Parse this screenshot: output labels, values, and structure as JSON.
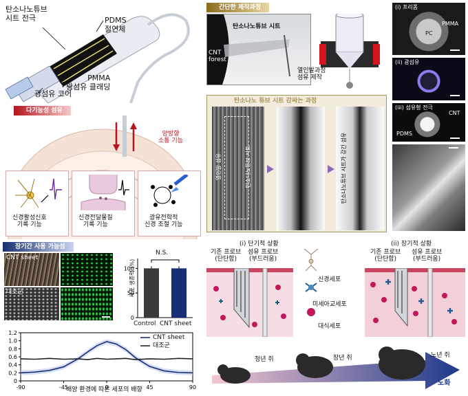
{
  "fiber_diagram": {
    "cnt_sheet_electrode": "탄소나노튜브\n시트 전극",
    "pdms_insulator": "PDMS\n절연체",
    "pmma_cladding": "PMMA\n광섬유 클래딩",
    "pc_core": "PC\n광섬유 코어"
  },
  "multifunction": {
    "tag": "다기능성 섬유",
    "bidirectional": "양방향\n소통 기능",
    "box1": "신경활성신호\n기록 기능",
    "box2": "신경전달물질\n기록 기능",
    "box3": "광유전학적\n신경 조절 기능"
  },
  "fabrication": {
    "tag": "간단한 제작과정",
    "cnt_sheet": "탄소나노튜브 시트",
    "cnt_forest": "CNT\nforest",
    "thermal_draw": "열인발과정\n섬유 제작",
    "wrap_title": "탄소나노 튜브 시트 감싸는 과정",
    "label_fiber": "열인발 섬유",
    "label_sheet": "탄소나노튜브 시트",
    "label_wrapped": "탄소나노튜브 시트가 감긴 섬유"
  },
  "micrographs": {
    "preform": "(i) 프리폼",
    "pmma": "PMMA",
    "pc": "PC",
    "optical_fiber": "(ii) 광섬유",
    "fiber_electrode": "(iii) 섬유형 전극",
    "cnt": "CNT",
    "pdms": "PDMS"
  },
  "longterm": {
    "tag": "장기간 사용 가능성",
    "cnt_sheet": "CNT sheet",
    "control": "대조군"
  },
  "viability_chart": {
    "type": "bar",
    "ylabel": "세포 생존력 (%)",
    "sig": "N.S.",
    "ylim": [
      0,
      120
    ],
    "yticks": [
      "0",
      "50",
      "100"
    ],
    "categories": [
      "Control",
      "CNT sheet"
    ],
    "values": [
      100,
      100
    ],
    "colors": [
      "#3a3a3a",
      "#1a2e78"
    ]
  },
  "alignment_chart": {
    "type": "line",
    "xlabel": "배양 환경에 따른 세포의 배향",
    "xlim": [
      -90,
      90
    ],
    "ylim": [
      0,
      1.2
    ],
    "xticks": [
      "-90",
      "-45",
      "0",
      "45",
      "90"
    ],
    "yticks": [
      "0",
      "0.2",
      "0.4",
      "0.6",
      "0.8",
      "1.0",
      "1.2"
    ],
    "series": [
      {
        "name": "CNT sheet",
        "color": "#1a2e78",
        "x": [
          -90,
          -75,
          -60,
          -45,
          -30,
          -20,
          -10,
          0,
          10,
          20,
          30,
          45,
          60,
          75,
          90
        ],
        "y": [
          0.2,
          0.22,
          0.26,
          0.35,
          0.55,
          0.72,
          0.88,
          0.98,
          0.92,
          0.78,
          0.58,
          0.36,
          0.25,
          0.21,
          0.2
        ]
      },
      {
        "name": "대조군",
        "color": "#222222",
        "x": [
          -90,
          -75,
          -60,
          -45,
          -30,
          -20,
          -10,
          0,
          10,
          20,
          30,
          45,
          60,
          75,
          90
        ],
        "y": [
          0.55,
          0.54,
          0.56,
          0.54,
          0.55,
          0.53,
          0.56,
          0.54,
          0.55,
          0.56,
          0.53,
          0.55,
          0.54,
          0.56,
          0.55
        ]
      }
    ]
  },
  "stages": {
    "short_title": "(i) 단기적 상황",
    "long_title": "(ii) 장기적 상황",
    "conv_probe": "기존 프로브\n(단단함)",
    "fiber_probe": "섬유 프로브\n(부드러움)",
    "neuron": "신경세포",
    "microglia": "미세아교세포",
    "macrophage": "대식세포"
  },
  "aging": {
    "young": "청년 쥐",
    "adult": "장년 쥐",
    "old": "노년 쥐",
    "arrow": "노화"
  }
}
